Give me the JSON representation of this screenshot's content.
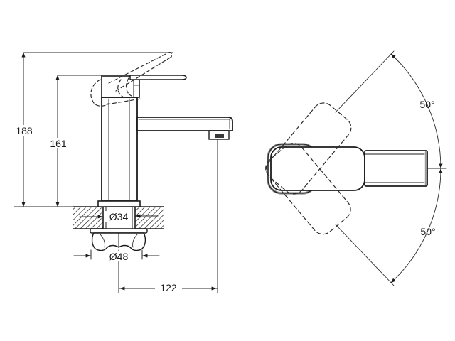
{
  "drawing": {
    "type": "technical-dimension-drawing",
    "subject": "single-lever basin faucet",
    "colors": {
      "background": "#ffffff",
      "object_line": "#1c1c1c",
      "dimension_line": "#2a2a2a",
      "accent_gray": "#9a9a9a",
      "aerator_fill": "#3a3a3a"
    },
    "labels": {
      "overall_height": "188",
      "body_height": "161",
      "hole_diameter": "Ø34",
      "nut_diameter": "Ø48",
      "spout_reach": "122",
      "swivel_angle_upper": "50°",
      "swivel_angle_lower": "50°"
    }
  }
}
